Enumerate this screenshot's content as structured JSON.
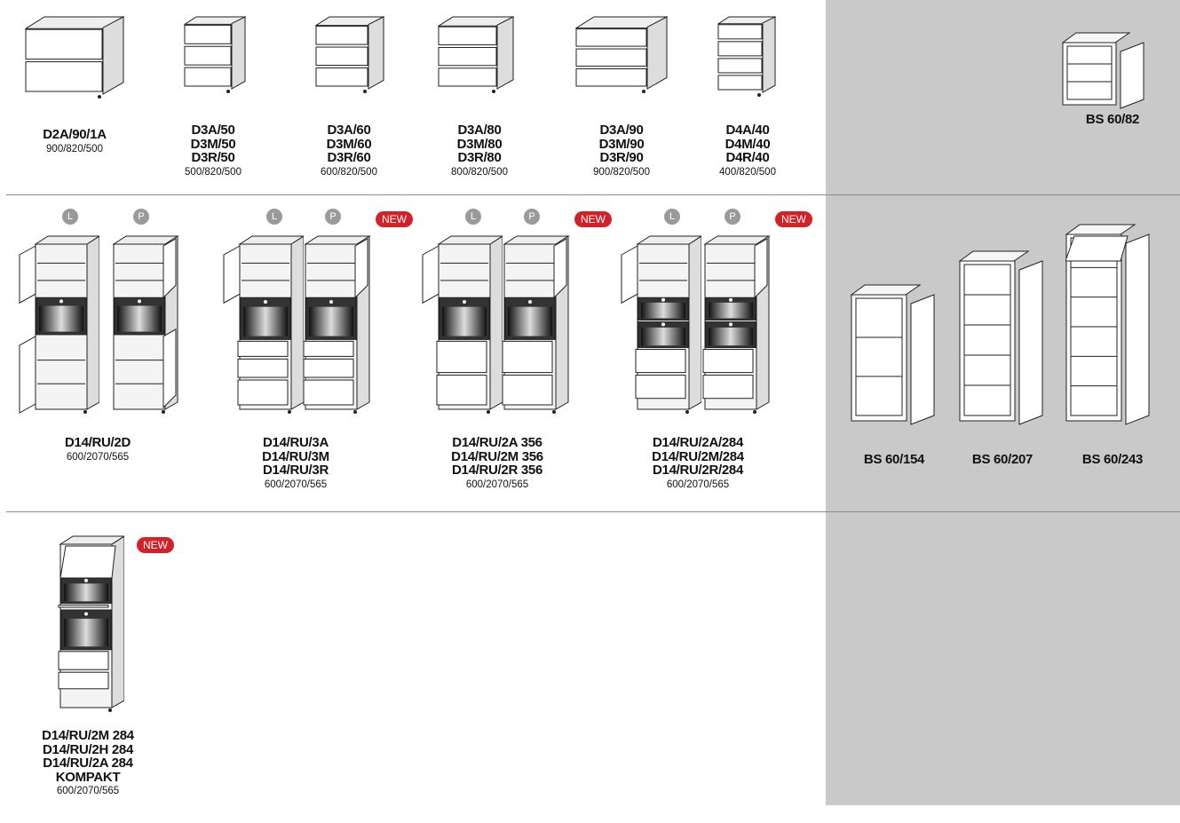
{
  "row1": [
    {
      "names": [
        "D2A/90/1A"
      ],
      "dims": "900/820/500"
    },
    {
      "names": [
        "D3A/50",
        "D3M/50",
        "D3R/50"
      ],
      "dims": "500/820/500"
    },
    {
      "names": [
        "D3A/60",
        "D3M/60",
        "D3R/60"
      ],
      "dims": "600/820/500"
    },
    {
      "names": [
        "D3A/80",
        "D3M/80",
        "D3R/80"
      ],
      "dims": "800/820/500"
    },
    {
      "names": [
        "D3A/90",
        "D3M/90",
        "D3R/90"
      ],
      "dims": "900/820/500"
    },
    {
      "names": [
        "D4A/40",
        "D4M/40",
        "D4R/40"
      ],
      "dims": "400/820/500"
    }
  ],
  "row2": [
    {
      "names": [
        "D14/RU/2D"
      ],
      "dims": "600/2070/565",
      "new": false
    },
    {
      "names": [
        "D14/RU/3A",
        "D14/RU/3M",
        "D14/RU/3R"
      ],
      "dims": "600/2070/565",
      "new": true
    },
    {
      "names": [
        "D14/RU/2A 356",
        "D14/RU/2M 356",
        "D14/RU/2R 356"
      ],
      "dims": "600/2070/565",
      "new": true
    },
    {
      "names": [
        "D14/RU/2A/284",
        "D14/RU/2M/284",
        "D14/RU/2R/284"
      ],
      "dims": "600/2070/565",
      "new": true
    }
  ],
  "row3": [
    {
      "names": [
        "D14/RU/2M 284",
        "D14/RU/2H 284",
        "D14/RU/2A 284",
        "KOMPAKT"
      ],
      "dims": "600/2070/565",
      "new": true
    }
  ],
  "side": [
    {
      "name": "BS 60/82"
    },
    {
      "name": "BS 60/154"
    },
    {
      "name": "BS 60/207"
    },
    {
      "name": "BS 60/243"
    }
  ],
  "badges": {
    "left": "L",
    "right": "P",
    "new": "NEW"
  },
  "colors": {
    "new_badge": "#d42027",
    "side_panel": "#c9c9c9",
    "lr_badge": "#9a9a9a"
  }
}
